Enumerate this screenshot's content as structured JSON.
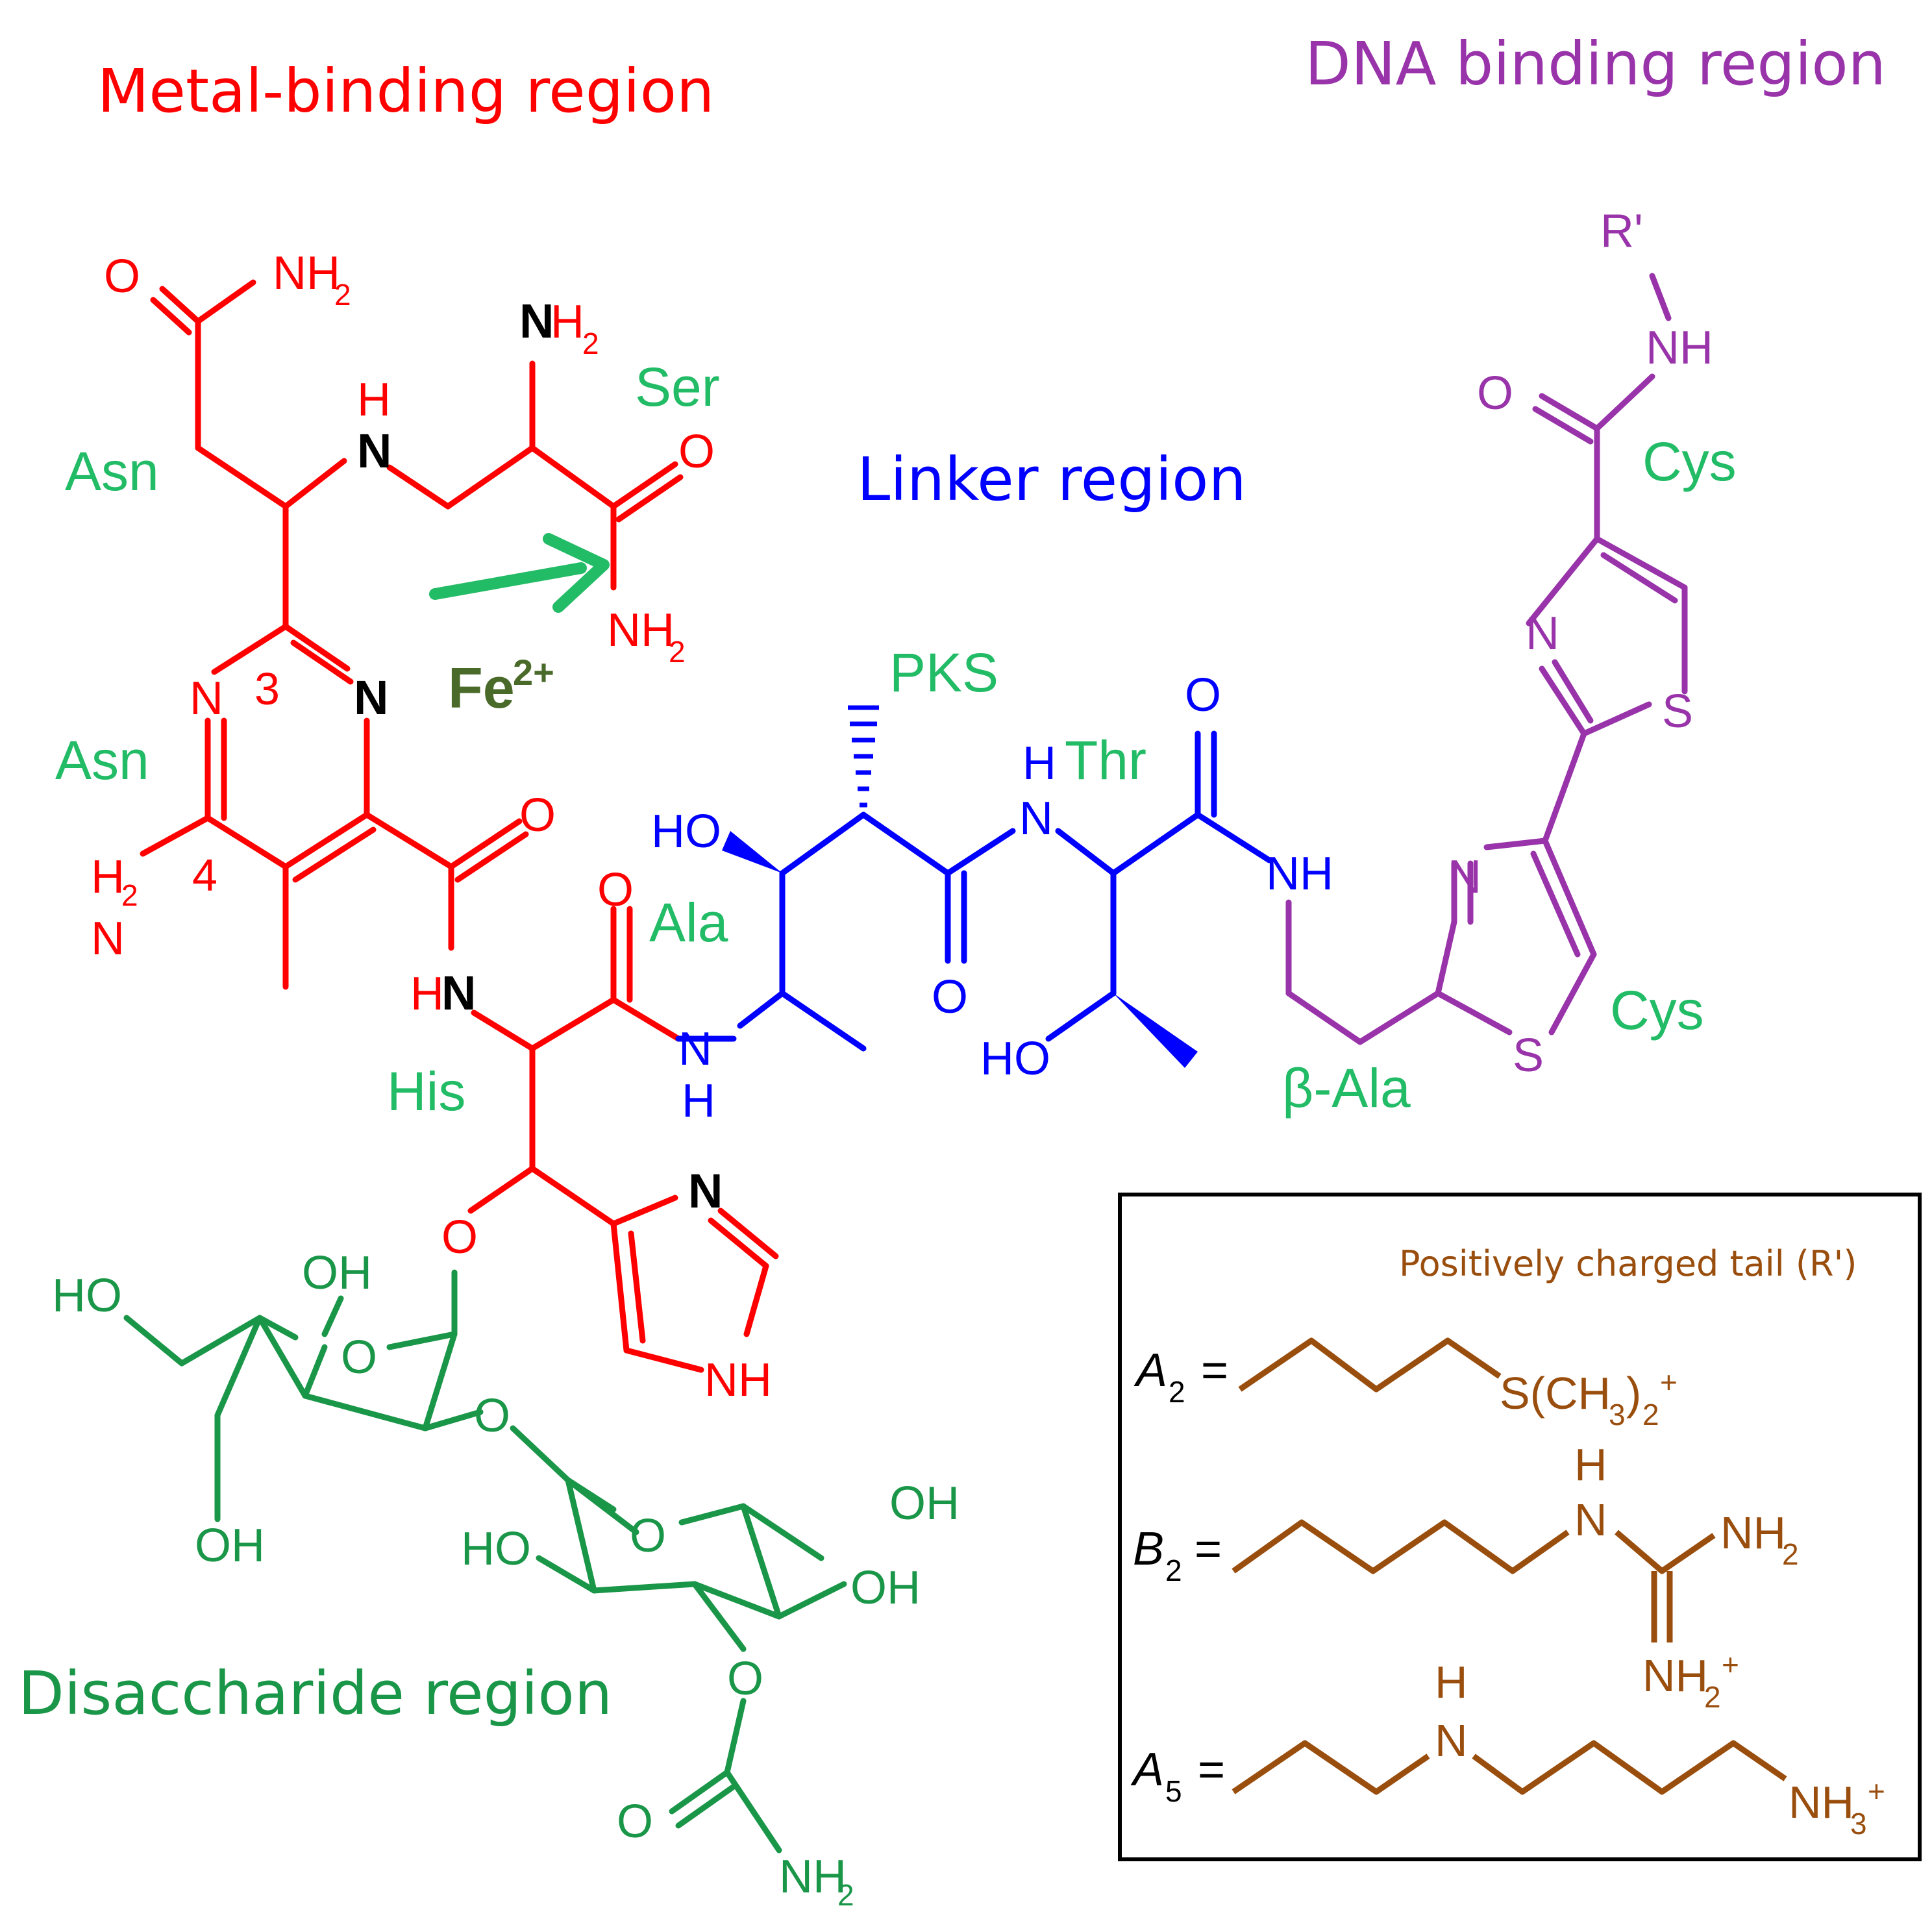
{
  "colors": {
    "metal": "#ff0000",
    "linker": "#0000ff",
    "dna": "#9933aa",
    "disaccharide": "#1a9648",
    "aminoacid": "#22bb66",
    "metal_ion": "#4a6a2a",
    "tail": "#9a4e0e",
    "black": "#000000"
  },
  "regions": {
    "metal_binding": "Metal-binding region",
    "dna_binding": "DNA binding region",
    "linker": "Linker region",
    "disaccharide": "Disaccharide region"
  },
  "residues": {
    "asn_top": "Asn",
    "asn_bottom": "Asn",
    "ser": "Ser",
    "his": "His",
    "ala": "Ala",
    "thr": "Thr",
    "cys_top": "Cys",
    "cys_bottom": "Cys",
    "beta_ala": "β-Ala",
    "pks": "PKS"
  },
  "metal_ion": {
    "symbol": "Fe",
    "charge": "2+"
  },
  "ring_positions": {
    "pos3": "3",
    "pos4": "4"
  },
  "atoms": {
    "O": "O",
    "N": "N",
    "H": "H",
    "S": "S",
    "NH2": "NH",
    "sub2": "2",
    "NH": "NH",
    "HO": "HO",
    "OH": "OH",
    "HN": "H",
    "Rprime": "R'"
  },
  "tail_box": {
    "title": "Positively charged tail (R')",
    "a2": {
      "letter": "A",
      "sub": "2",
      "eq": "=",
      "group": "S(CH",
      "sub3": "3",
      "close": ")",
      "sub2": "2",
      "charge": "+"
    },
    "b2": {
      "letter": "B",
      "sub": "2",
      "eq": "=",
      "h": "H",
      "n": "N",
      "nh2": "NH",
      "nh2plus_sub": "2",
      "charge": "+"
    },
    "a5": {
      "letter": "A",
      "sub": "5",
      "eq": "=",
      "h": "H",
      "n": "N",
      "nh3": "NH",
      "sub3": "3",
      "charge": "+"
    }
  }
}
